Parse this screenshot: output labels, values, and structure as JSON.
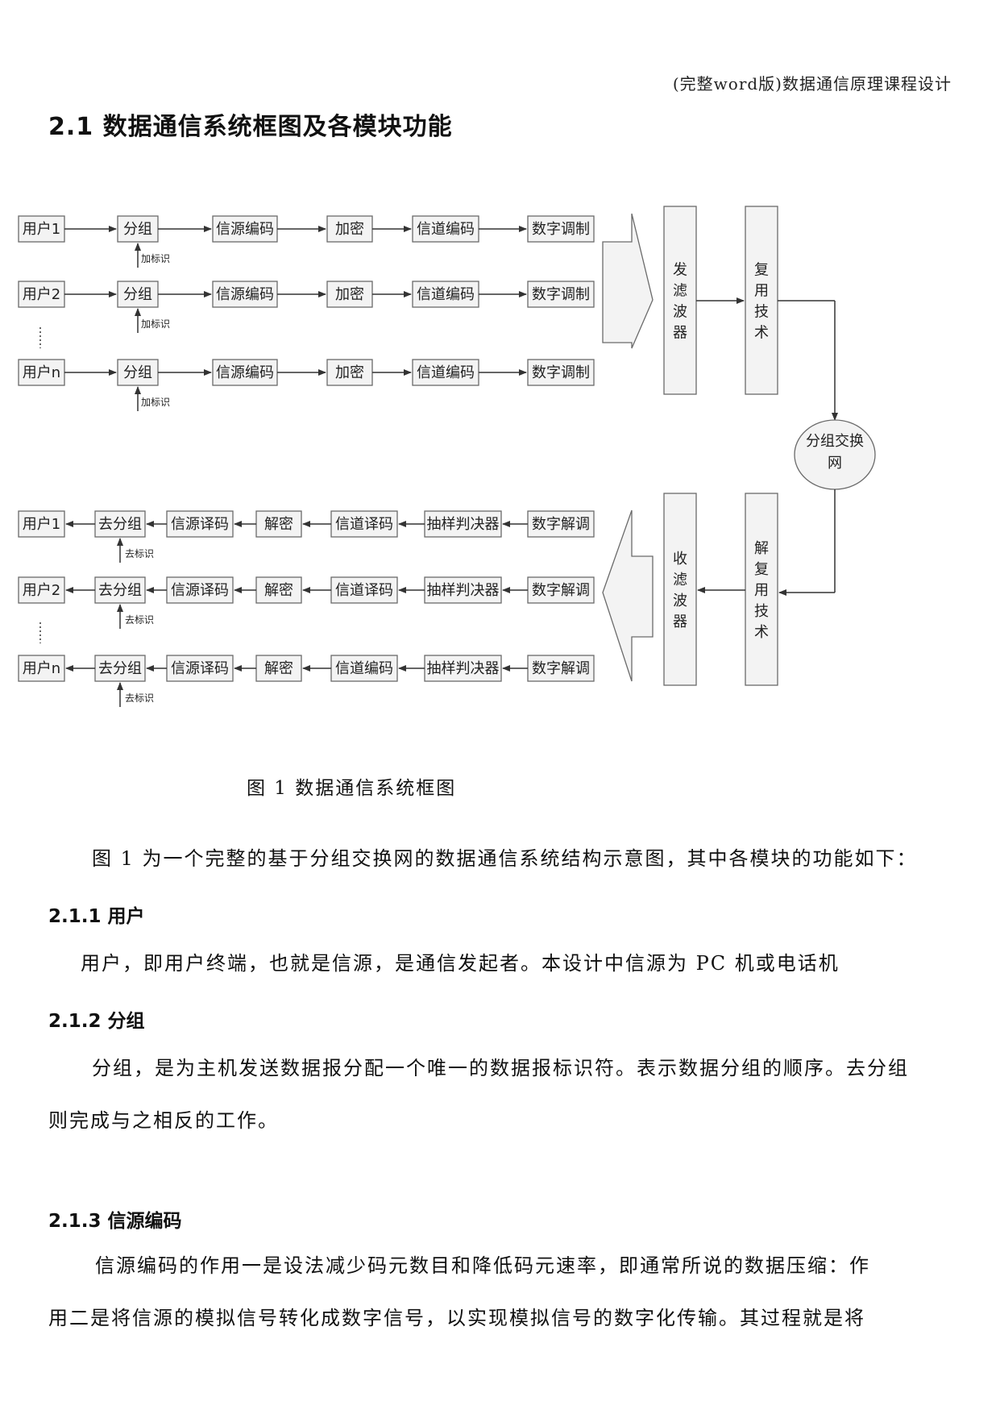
{
  "header": "(完整word版)数据通信原理课程设计",
  "section_title": "2.1 数据通信系统框图及各模块功能",
  "diagram": {
    "tx_rows": [
      {
        "user": "用户1",
        "group": "分组",
        "src_enc": "信源编码",
        "crypt": "加密",
        "ch_enc": "信道编码",
        "mod": "数字调制",
        "tag": "加标识"
      },
      {
        "user": "用户2",
        "group": "分组",
        "src_enc": "信源编码",
        "crypt": "加密",
        "ch_enc": "信道编码",
        "mod": "数字调制",
        "tag": "加标识"
      },
      {
        "user": "用户n",
        "group": "分组",
        "src_enc": "信源编码",
        "crypt": "加密",
        "ch_enc": "信道编码",
        "mod": "数字调制",
        "tag": "加标识"
      }
    ],
    "rx_rows": [
      {
        "user": "用户1",
        "group": "去分组",
        "src_dec": "信源译码",
        "crypt": "解密",
        "ch_dec": "信道译码",
        "sampler": "抽样判决器",
        "demod": "数字解调",
        "tag": "去标识"
      },
      {
        "user": "用户2",
        "group": "去分组",
        "src_dec": "信源译码",
        "crypt": "解密",
        "ch_dec": "信道译码",
        "sampler": "抽样判决器",
        "demod": "数字解调",
        "tag": "去标识"
      },
      {
        "user": "用户n",
        "group": "去分组",
        "src_dec": "信源译码",
        "crypt": "解密",
        "ch_dec": "信道编码",
        "sampler": "抽样判决器",
        "demod": "数字解调",
        "tag": "去标识"
      }
    ],
    "tx_filter": "发滤波器",
    "mux": "复用技术",
    "network": "分组交换网",
    "rx_filter": "收滤波器",
    "demux": "解复用技术"
  },
  "figure_caption": "图 1  数据通信系统框图",
  "intro": "图 1 为一个完整的基于分组交换网的数据通信系统结构示意图，其中各模块的功能如下：",
  "s211": {
    "title": "2.1.1 用户",
    "text": "用户，即用户终端，也就是信源，是通信发起者。本设计中信源为 PC 机或电话机"
  },
  "s212": {
    "title": "2.1.2 分组",
    "line1": "分组，是为主机发送数据报分配一个唯一的数据报标识符。表示数据分组的顺序。去分组",
    "line2": "则完成与之相反的工作。"
  },
  "s213": {
    "title": "2.1.3 信源编码",
    "line1": "信源编码的作用一是设法减少码元数目和降低码元速率，即通常所说的数据压缩：作",
    "line2": "用二是将信源的模拟信号转化成数字信号，以实现模拟信号的数字化传输。其过程就是将"
  }
}
